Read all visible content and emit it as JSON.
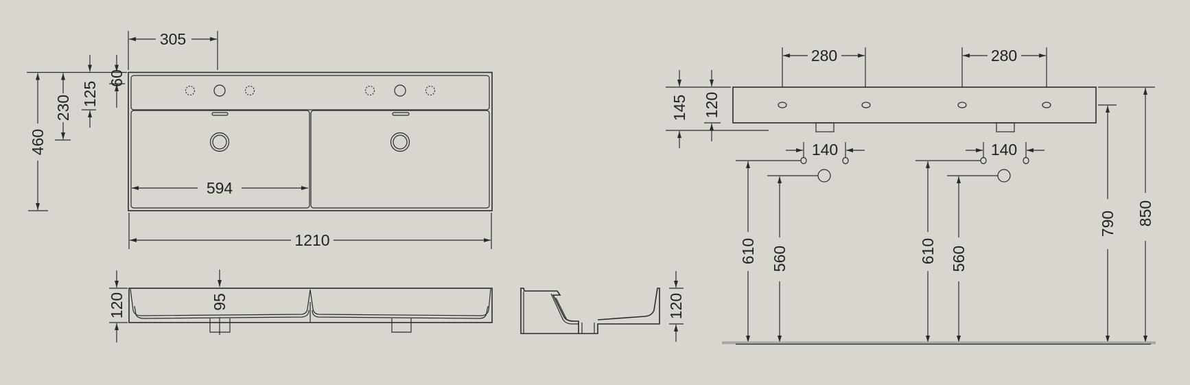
{
  "colors": {
    "background": "#d9d6cf",
    "line": "#2a2a2a",
    "floor": "#a9a7a2"
  },
  "plan_view": {
    "faucet_offset": "305",
    "basin_width": "594",
    "total_width": "1210",
    "depth_total": "460",
    "drain_from_back": "230",
    "deck_depth": "125",
    "tap_hole_from_back": "60"
  },
  "front_view": {
    "height": "120",
    "bowl_depth": "95"
  },
  "side_view": {
    "height": "120"
  },
  "installation_view": {
    "tap_spacing_left": "280",
    "tap_spacing_right": "280",
    "total_height": "145",
    "basin_height": "120",
    "waste_spacing_left": "140",
    "waste_spacing_right": "140",
    "waste_height_left": "610",
    "trap_height_left": "560",
    "waste_height_right": "610",
    "trap_height_right": "560",
    "underside_height": "790",
    "top_height": "850"
  }
}
